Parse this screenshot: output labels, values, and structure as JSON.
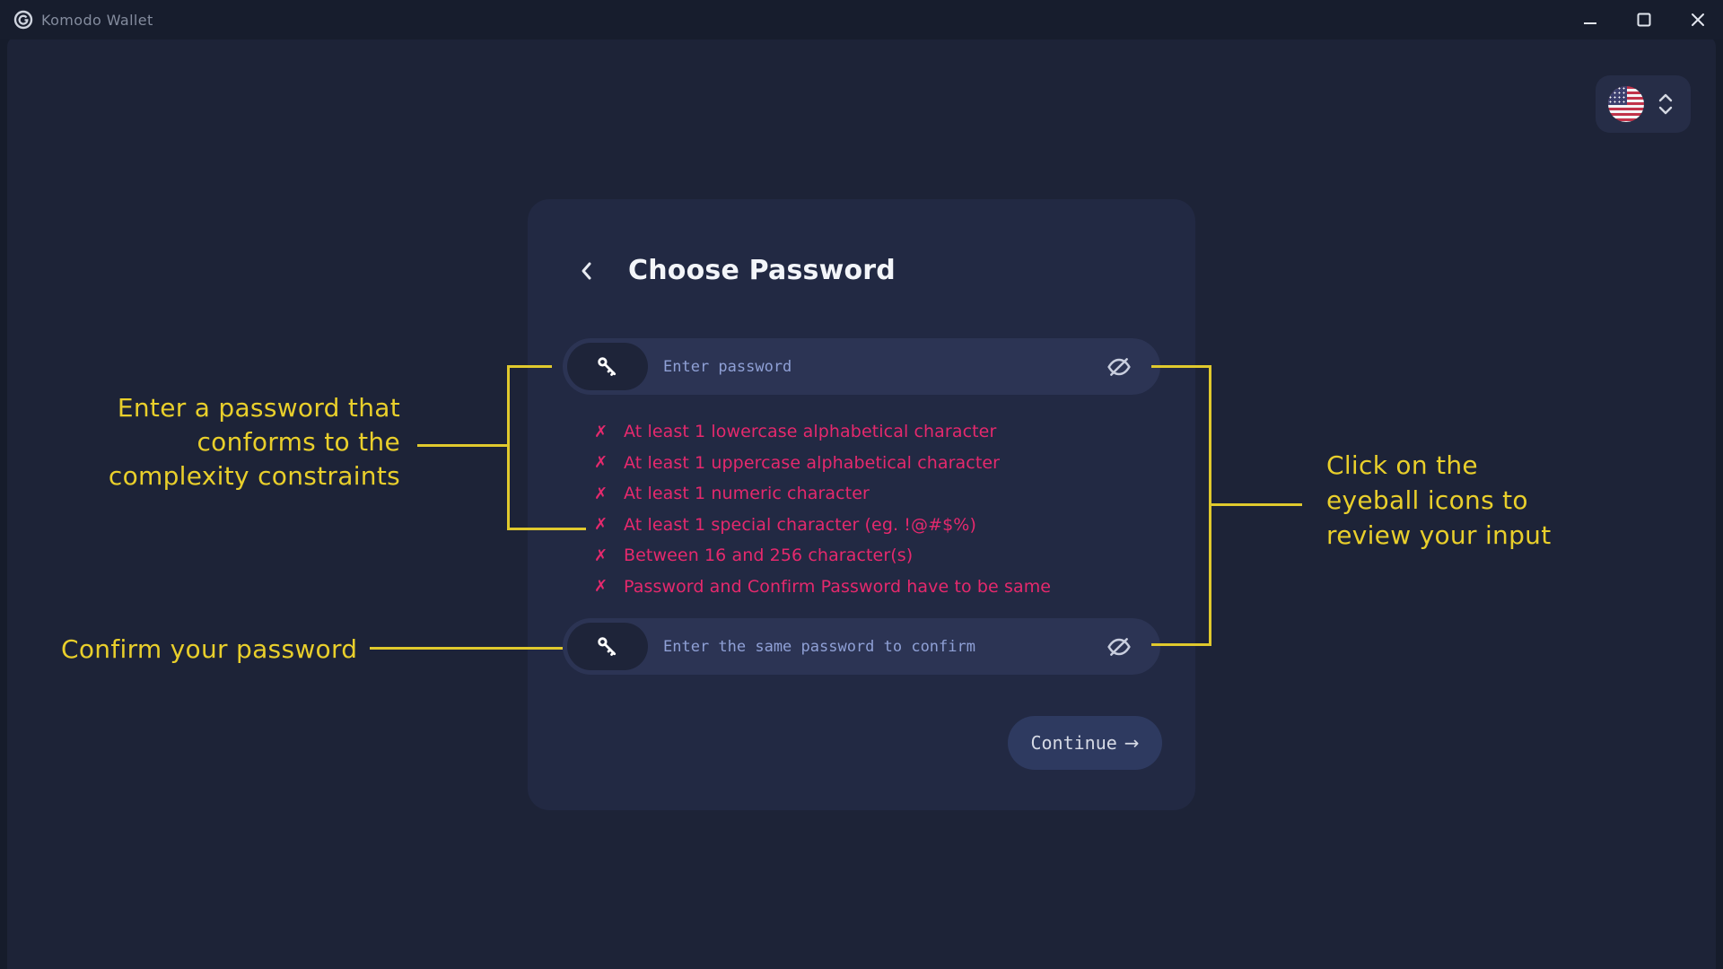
{
  "window": {
    "app_title": "Komodo Wallet"
  },
  "language": {
    "selected_flag": "us-flag"
  },
  "card": {
    "title": "Choose Password",
    "password_field": {
      "placeholder": "Enter password",
      "value": ""
    },
    "confirm_field": {
      "placeholder": "Enter the same password to confirm",
      "value": ""
    },
    "cross_mark": "✗",
    "requirements": [
      "At least 1 lowercase alphabetical character",
      "At least 1 uppercase alphabetical character",
      "At least 1 numeric character",
      "At least 1 special character (eg. !@#$%)",
      "Between 16 and 256 character(s)",
      "Password and Confirm Password have to be same"
    ],
    "continue_label": "Continue",
    "continue_arrow": "→"
  },
  "annotations": {
    "left_top": {
      "line1": "Enter a password that",
      "line2": "conforms to the",
      "line3": "complexity constraints"
    },
    "left_bottom": {
      "text": "Confirm your password"
    },
    "right": {
      "line1": "Click on the",
      "line2": "eyeball icons to",
      "line3": "review your input"
    }
  },
  "colors": {
    "page_bg": "#1d2337",
    "titlebar_bg": "#171d2d",
    "card_bg": "#222943",
    "input_bg": "#2c3454",
    "button_bg": "#2e3a60",
    "error_pink": "#e5296d",
    "annotation_yellow": "#e9cf2b",
    "placeholder_blue": "#8fa0d6"
  }
}
